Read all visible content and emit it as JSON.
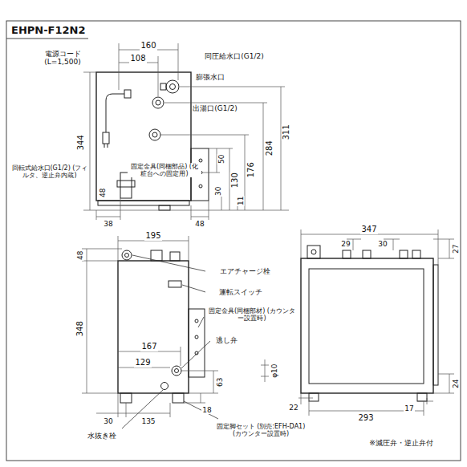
{
  "diagram": {
    "title": "EHPN-F12N2",
    "labels": [
      "電源コード (L=1,500)",
      "160",
      "108",
      "同圧給水口(G1/2)",
      "膨張水口",
      "出湯口(G1/2)",
      "固定金具(同梱部品) (化粧台への固定用)",
      "回転式給水口(G1/2) (フィルタ、逆止弁内蔵)",
      "344",
      "311",
      "284",
      "176",
      "130",
      "50",
      "48",
      "38",
      "48",
      "30",
      "11",
      "195",
      "48",
      "348",
      "167",
      "129",
      "エアチャージ栓",
      "運転スイッチ",
      "固定金具(同梱部材) (カウンター設置時)",
      "逃し弁",
      "φ10",
      "63",
      "18",
      "30",
      "135",
      "水抜き栓",
      "固定脚セット (別売:EFH-DA1) (カウンター設置時)",
      "347",
      "29",
      "30",
      "27",
      "24",
      "22",
      "293",
      "17",
      "※減圧弁・逆止弁付"
    ]
  }
}
